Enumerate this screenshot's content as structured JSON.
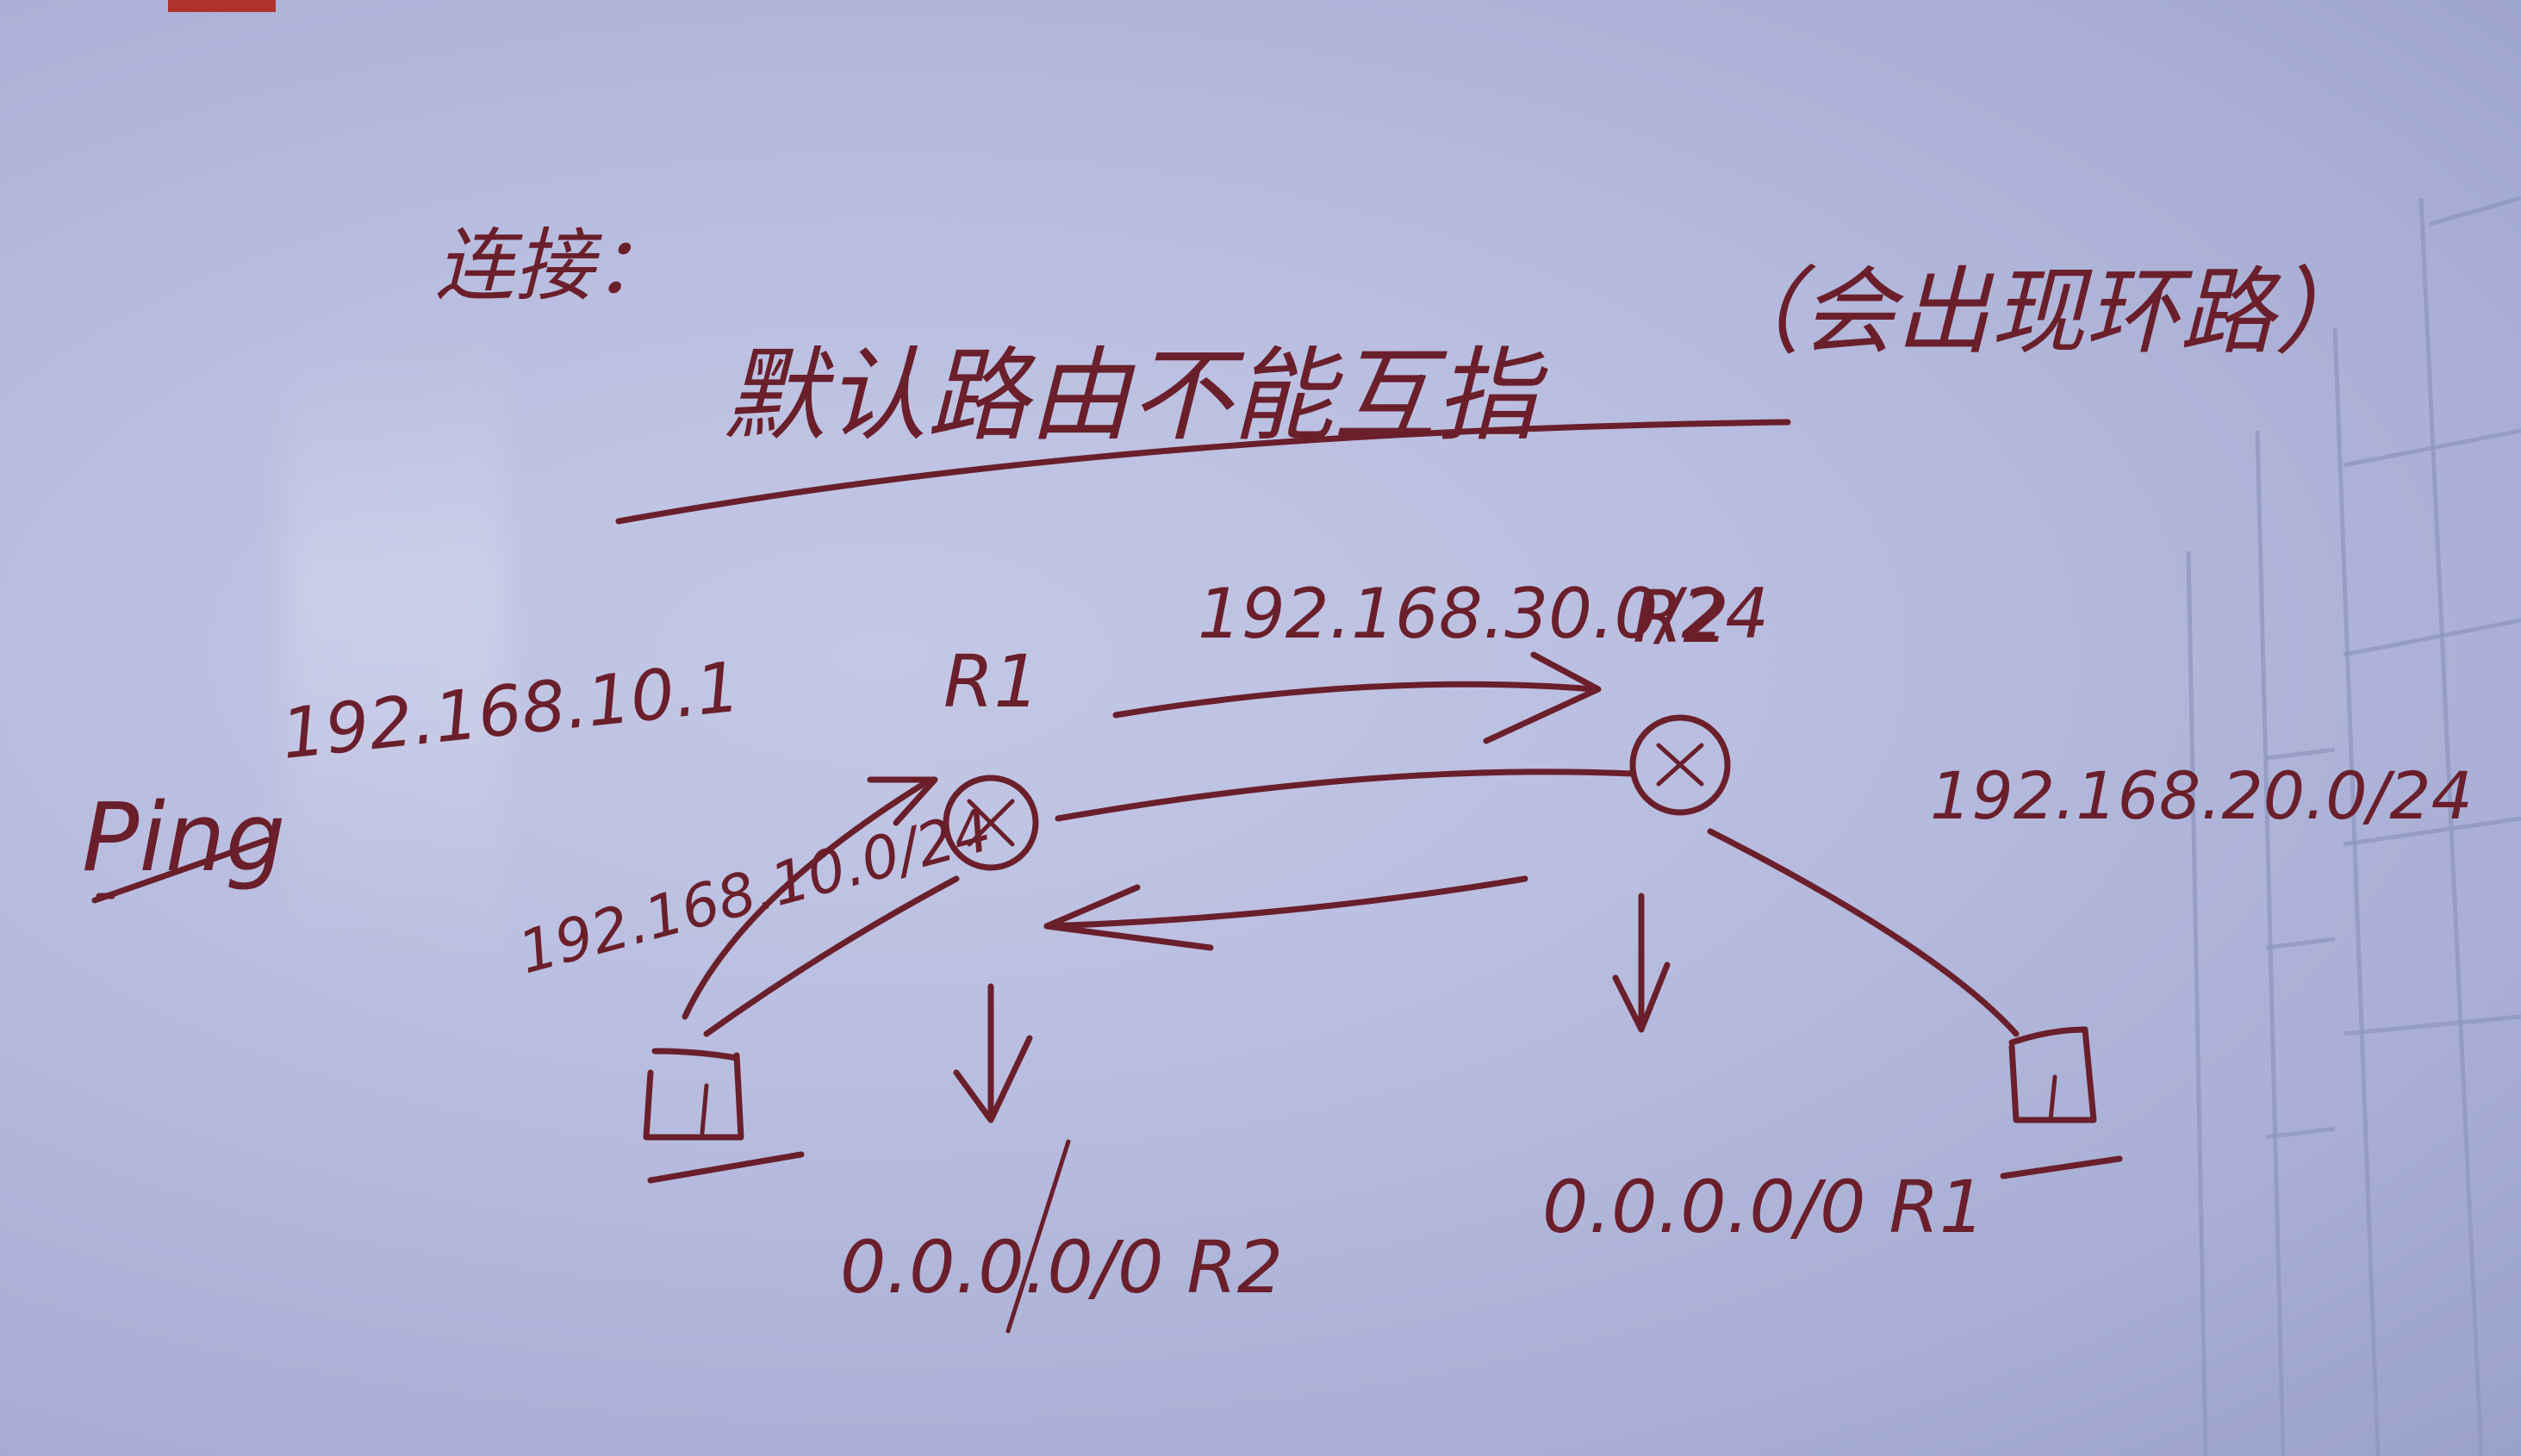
{
  "heading": "连接：",
  "title": "默认路由不能互指",
  "title_note": "（会出现环路）",
  "routers": {
    "r1": "R1",
    "r2": "R2"
  },
  "links": {
    "r1_r2": "192.168.30.0/24",
    "r1_lan": "192.168.10.0/24",
    "r2_lan": "192.168.20.0/24",
    "ping_target": "192.168.10.1"
  },
  "ping_label": "Ping",
  "default_routes": {
    "r1": "0.0.0.0/0 R2",
    "r2": "0.0.0.0/0 R1"
  },
  "colors": {
    "ink": "#6a1f2b",
    "board": "#b8bde0"
  }
}
